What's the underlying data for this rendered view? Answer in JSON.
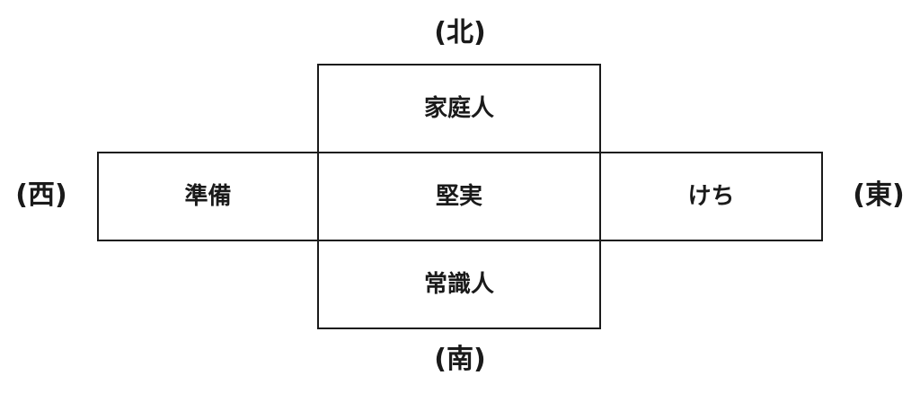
{
  "directions": {
    "north": "(北)",
    "south": "(南)",
    "west": "(西)",
    "east": "(東)"
  },
  "cells": {
    "north": "家庭人",
    "center": "堅実",
    "south": "常識人",
    "west": "準備",
    "east": "けち"
  },
  "colors": {
    "line": "#1a1a1a",
    "background": "#ffffff"
  }
}
